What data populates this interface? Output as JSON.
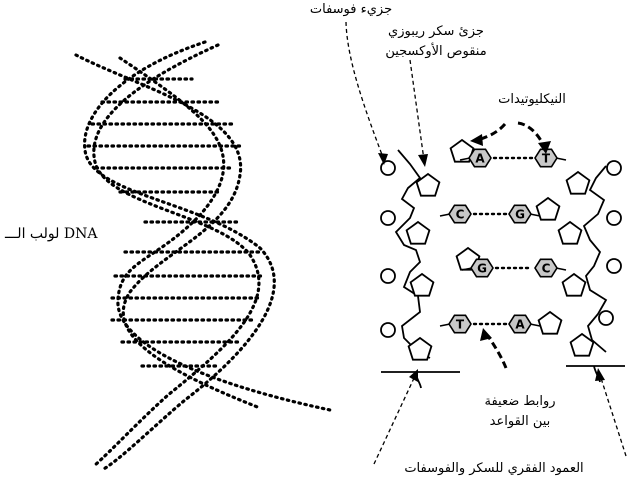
{
  "labels": {
    "phosphate_molecule": "جزيء فوسفات",
    "deoxyribose_sugar_line1": "جزئ سكر ريبوزي",
    "deoxyribose_sugar_line2": "منقوص الأوكسجين",
    "nucleotides": "النيكليوتيدات",
    "dna_helix": "لولب الـــ DNA",
    "weak_bonds_line1": "روابط ضعيفة",
    "weak_bonds_line2": "بين القواعد",
    "backbone": "العمود الفقري للسكر والفوسفات"
  },
  "base_pairs": [
    {
      "left": "A",
      "right": "T"
    },
    {
      "left": "C",
      "right": "G"
    },
    {
      "left": "G",
      "right": "C"
    },
    {
      "left": "T",
      "right": "A"
    }
  ],
  "colors": {
    "ink": "#000000",
    "base_fill": "#c8c8c8",
    "background": "#ffffff"
  }
}
